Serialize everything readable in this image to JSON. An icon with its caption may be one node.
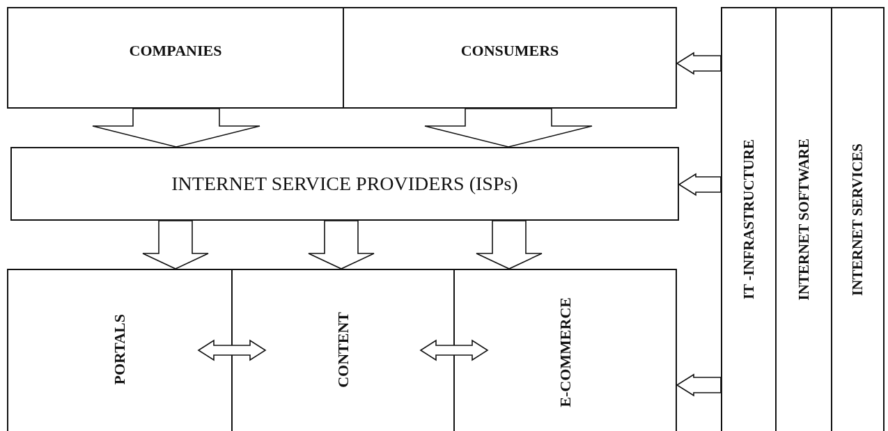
{
  "diagram": {
    "nodes": [
      {
        "text": [
          "COMPANIES"
        ]
      },
      {
        "text": [
          "CONSUMERS"
        ]
      },
      {
        "text": [
          "INTERNET SERVICE PROVIDERS (ISPs)"
        ]
      },
      {
        "text": [
          "PORTALS"
        ]
      },
      {
        "text": [
          "CONTENT"
        ]
      },
      {
        "text": [
          "E-COMMERCE"
        ]
      },
      {
        "text": [
          "IT -INFRASTRUCTURE"
        ]
      },
      {
        "text": [
          "INTERNET SOFTWARE"
        ]
      },
      {
        "text": [
          "INTERNET SERVICES"
        ]
      }
    ],
    "edges": [
      {
        "from": 0,
        "to": 2,
        "arrow": "to"
      },
      {
        "from": 1,
        "to": 2,
        "arrow": "to"
      },
      {
        "from": 2,
        "to": 3,
        "arrow": "to"
      },
      {
        "from": 2,
        "to": 4,
        "arrow": "to"
      },
      {
        "from": 2,
        "to": 5,
        "arrow": "to"
      },
      {
        "from": 3,
        "to": 4,
        "arrow": "both"
      },
      {
        "from": 4,
        "to": 5,
        "arrow": "both"
      },
      {
        "from": 6,
        "to": 1,
        "arrow": "to"
      },
      {
        "from": 6,
        "to": 2,
        "arrow": "to"
      },
      {
        "from": 6,
        "to": 5,
        "arrow": "to"
      }
    ]
  }
}
